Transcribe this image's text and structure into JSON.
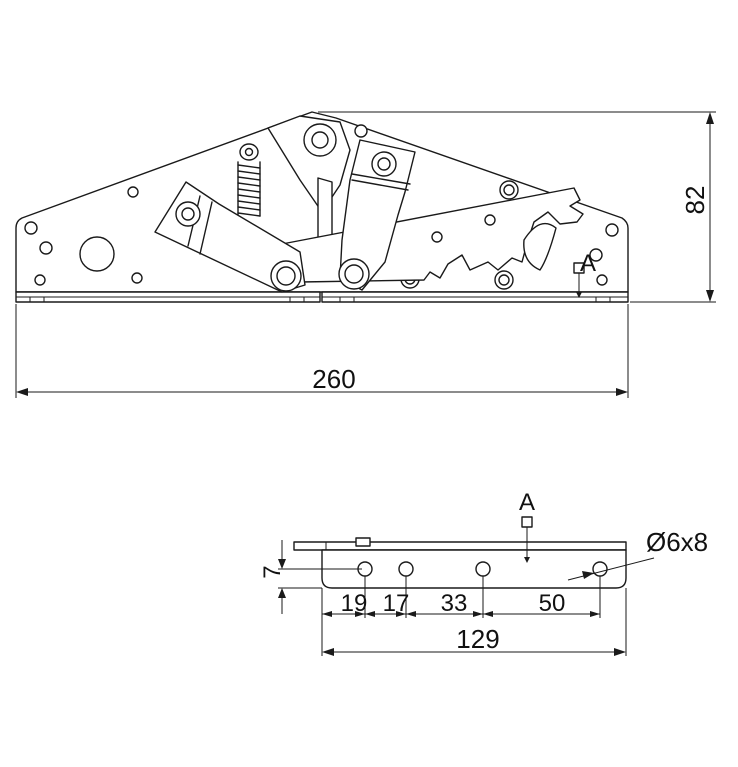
{
  "dimensions": {
    "overall_width": "260",
    "height": "82",
    "hole_spacing_1": "19",
    "hole_spacing_2": "17",
    "hole_spacing_3": "33",
    "hole_spacing_4": "50",
    "base_length": "129",
    "plate_offset": "7",
    "hole_size": "Ø6x8"
  },
  "labels": {
    "section_marker_top": "A",
    "section_marker_bottom": "A"
  }
}
